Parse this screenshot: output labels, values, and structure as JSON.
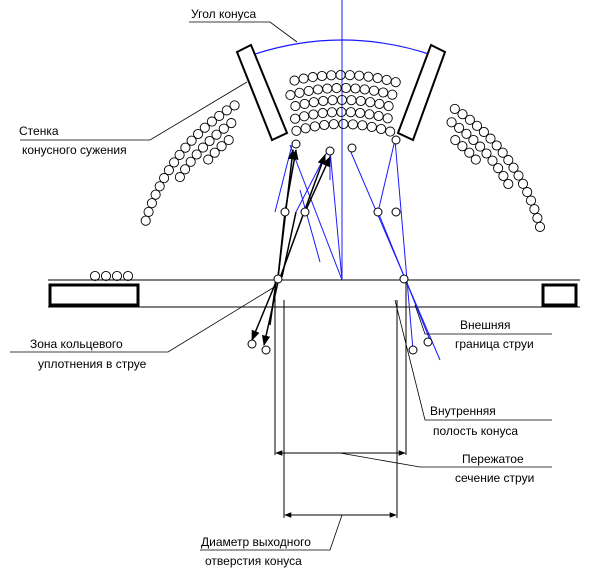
{
  "labels": {
    "cone_angle": "Угол конуса",
    "wall_line1": "Стенка",
    "wall_line2": "конусного сужения",
    "seal_line1": "Зона кольцевого",
    "seal_line2": "уплотнения в струе",
    "outer_line1": "Внешняя",
    "outer_line2": "граница струи",
    "inner_line1": "Внутренняя",
    "inner_line2": "полость конуса",
    "contracted_line1": "Пережатое",
    "contracted_line2": "сечение струи",
    "diameter_line1": "Диаметр выходного",
    "diameter_line2": "отверстия конуса"
  },
  "colors": {
    "ink": "#000000",
    "blue": "#1a1aff"
  }
}
